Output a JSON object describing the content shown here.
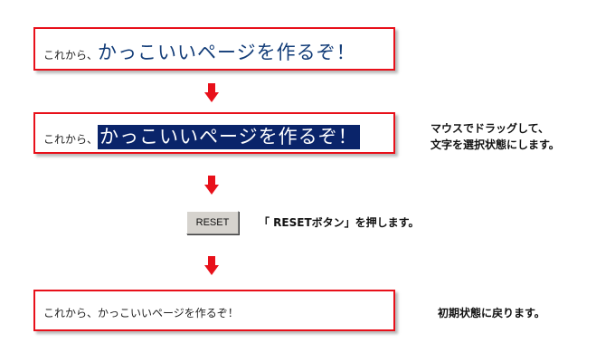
{
  "colors": {
    "accent_red": "#e8101a",
    "selection_bg": "#0a246a",
    "large_text": "#123c78"
  },
  "step1": {
    "prefix": "これから、",
    "big_text": "かっこいいページを作るぞ！"
  },
  "step2": {
    "prefix": "これから、",
    "big_text": "かっこいいページを作るぞ！",
    "note_line1": "マウスでドラッグして、",
    "note_line2": "文字を選択状態にします。"
  },
  "step3": {
    "button_label": "RESET",
    "note": "「 RESETボタン」を押します。"
  },
  "step4": {
    "text": "これから、かっこいいページを作るぞ！",
    "note": "初期状態に戻ります。"
  },
  "icons": [
    "down-arrow-icon"
  ]
}
